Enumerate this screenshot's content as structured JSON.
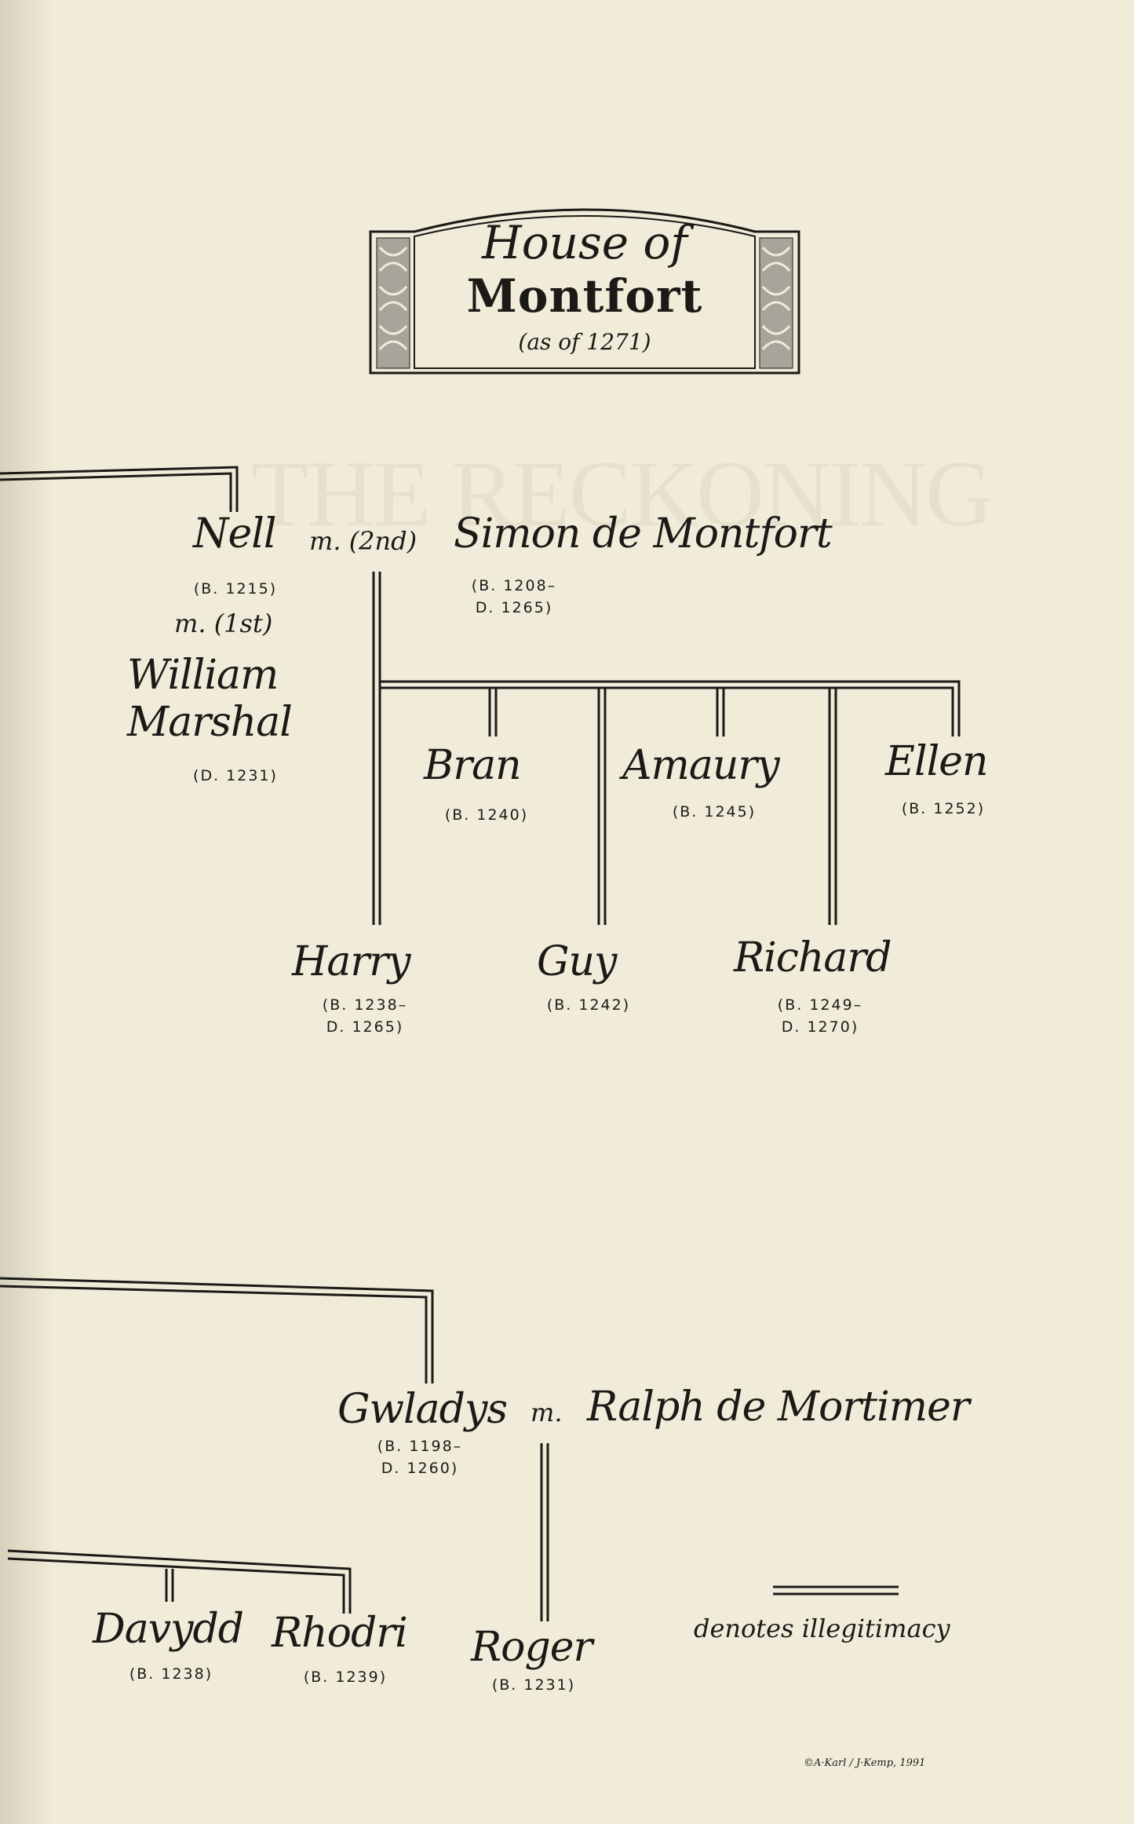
{
  "title": {
    "line1": "House of",
    "line2": "Montfort",
    "line3": "(as of 1271)"
  },
  "watermark": "THE RECKONING",
  "people": {
    "nell": {
      "name": "Nell",
      "dates": "(B. 1215)"
    },
    "simon": {
      "name": "Simon de Montfort",
      "dates": "(B. 1208–\nD. 1265)"
    },
    "william": {
      "name": "William\nMarshal",
      "dates": "(D. 1231)"
    },
    "bran": {
      "name": "Bran",
      "dates": "(B. 1240)"
    },
    "amaury": {
      "name": "Amaury",
      "dates": "(B. 1245)"
    },
    "ellen": {
      "name": "Ellen",
      "dates": "(B. 1252)"
    },
    "harry": {
      "name": "Harry",
      "dates": "(B. 1238–\nD. 1265)"
    },
    "guy": {
      "name": "Guy",
      "dates": "(B. 1242)"
    },
    "richard": {
      "name": "Richard",
      "dates": "(B. 1249–\nD. 1270)"
    },
    "gwladys": {
      "name": "Gwladys",
      "dates": "(B. 1198–\nD. 1260)"
    },
    "ralph": {
      "name": "Ralph de Mortimer"
    },
    "davydd": {
      "name": "Davydd",
      "dates": "(B. 1238)"
    },
    "rhodri": {
      "name": "Rhodri",
      "dates": "(B. 1239)"
    },
    "roger": {
      "name": "Roger",
      "dates": "(B. 1231)"
    }
  },
  "marriages": {
    "nell_simon": "m. (2nd)",
    "nell_william": "m. (1st)",
    "gwladys_ralph": "m."
  },
  "legend": {
    "text": "denotes illegitimacy"
  },
  "credit": "©A·Karl / J·Kemp, 1991",
  "colors": {
    "paper": "#f1ecd9",
    "ink": "#1b1a17",
    "knot_panel": "#a9a499"
  }
}
